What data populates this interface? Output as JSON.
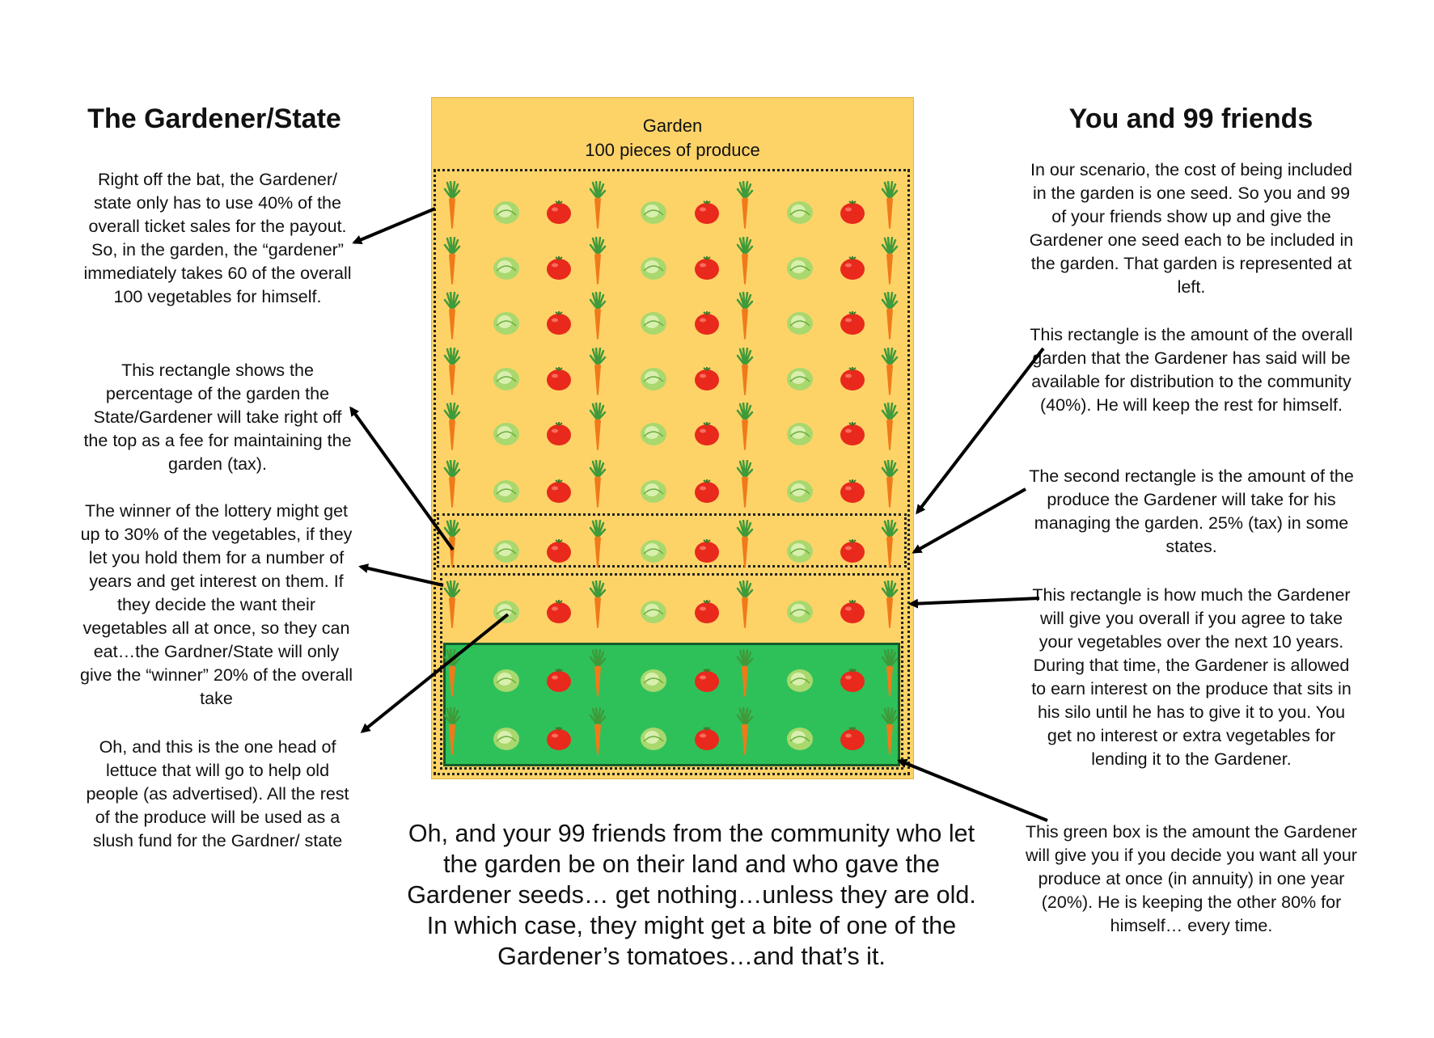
{
  "left": {
    "heading": "The Gardener/State",
    "note1": "Right off the bat, the Gardener/ state only has to use 40% of the overall ticket sales for the payout. So, in the garden, the “gardener” immediately takes 60 of the overall 100 vegetables for himself.",
    "note2": "This rectangle shows the percentage of the garden the State/Gardener will take right off the top as a fee for maintaining the garden (tax).",
    "note3": "The winner of the lottery might get up to 30% of the vegetables, if they let you hold them for a number of years and get interest on them.  If they decide the want their vegetables all at once, so they can eat…the Gardner/State will only give the “winner” 20% of the overall take",
    "note4": "Oh, and this is the one head of lettuce that will go to help old people (as advertised).  All the rest of the produce will be used as a slush fund for the Gardner/ state"
  },
  "right": {
    "heading": "You and 99 friends",
    "note1": "In our scenario, the cost of being included in the garden is one seed.  So you and 99 of your friends show up and give the Gardener one seed each to be included in the garden.  That garden is represented at left.",
    "note2": "This rectangle is the amount of the overall garden that the Gardener has said will be available for distribution to the community (40%).  He will keep the rest for himself.",
    "note3": "The second rectangle is the amount of the produce the Gardener will take for his managing the garden.  25% (tax) in some states.",
    "note4": "This rectangle is how much the Gardener will give you overall if you agree to take your vegetables over the next 10 years.  During that time, the Gardener is allowed to earn interest on the produce that sits in his silo until he has to give it to you.  You get no interest or extra vegetables for lending it to the Gardener.",
    "note5": "This green box is the amount the Gardener will give you if you decide you want all your produce at once (in annuity) in one year (20%).  He is keeping the other 80% for himself… every time."
  },
  "garden": {
    "title": "Garden",
    "subtitle": "100 pieces of produce",
    "column_pattern": [
      "carrot",
      "lettuce",
      "tomato",
      "carrot",
      "lettuce",
      "tomato",
      "carrot",
      "lettuce",
      "tomato",
      "carrot"
    ],
    "rows": 10,
    "colors": {
      "background": "#fdd368",
      "green_box": "#2ec15a",
      "tomato": "#e8291c",
      "lettuce": "#a9d86e",
      "carrot": "#f07a1a",
      "leaf": "#3f9a3a"
    }
  },
  "bottom_note": "Oh, and your 99 friends from the community who let the garden be on their land and who gave the Gardener seeds… get nothing…unless they are old.  In which case, they might get a bite of one of the Gardener’s tomatoes…and that’s it."
}
